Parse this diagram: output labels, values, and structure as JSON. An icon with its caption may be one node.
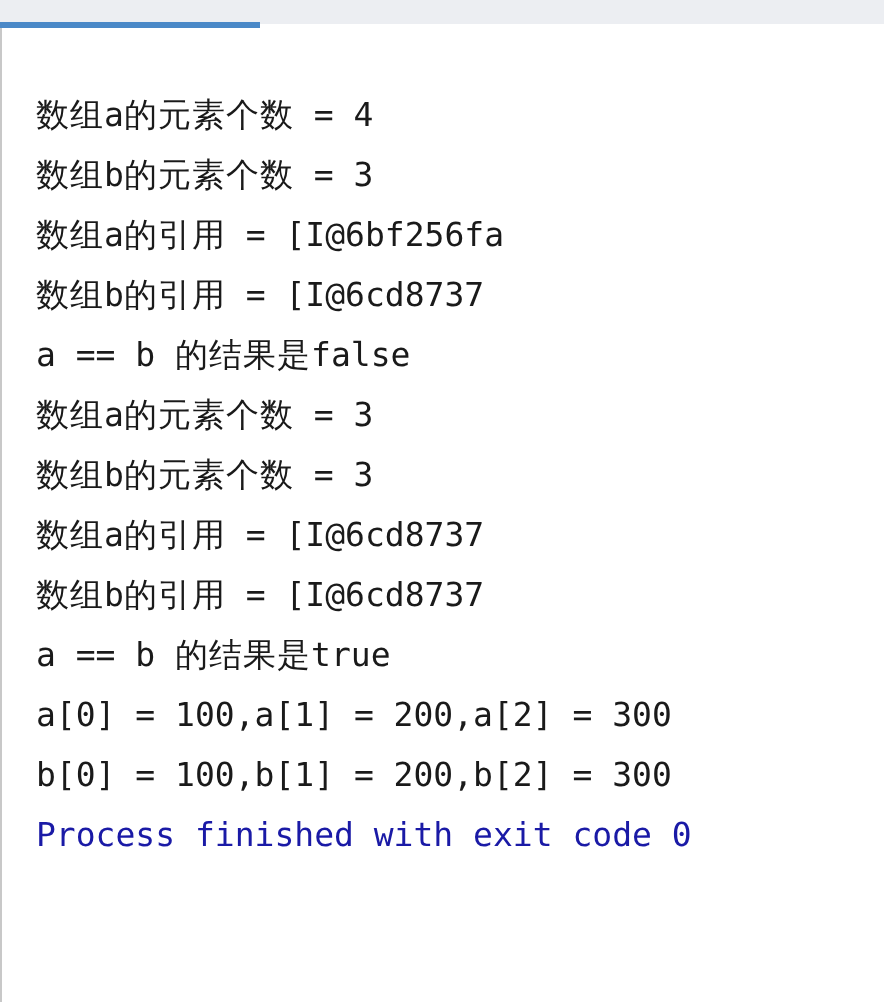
{
  "diagram": {
    "labels": [
      "数组a的元素个数 = 4",
      "数组b的元素个数 = 3",
      "数组a的引用 = [I@6bf256fa",
      "数组b的引用 = [I@6cd8737",
      "a == b 的结果是false",
      "数组a的元素个数 = 3",
      "数组b的元素个数 = 3",
      "数组a的引用 = [I@6cd8737",
      "数组b的引用 = [I@6cd8737",
      "a == b 的结果是true",
      "a[0] = 100,a[1] = 200,a[2] = 300",
      "b[0] = 100,b[1] = 200,b[2] = 300",
      "Process finished with exit code 0"
    ]
  }
}
